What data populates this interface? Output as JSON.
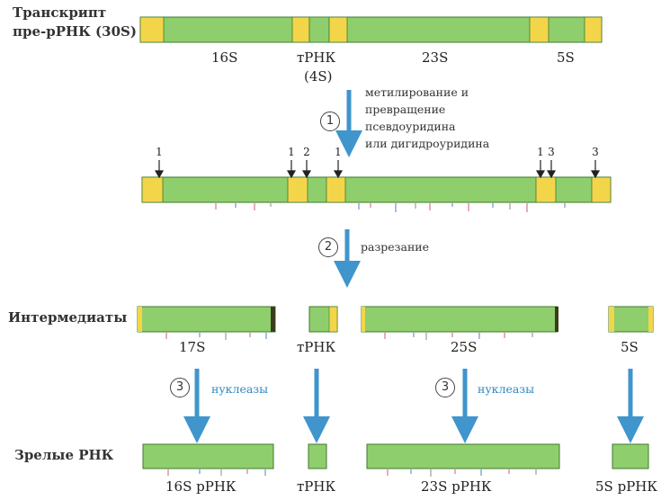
{
  "colors": {
    "rna_green": "#8fce6c",
    "rna_green_border": "#3f7a2d",
    "spacer_yellow": "#f3d54a",
    "arrow_blue": "#3f95cc",
    "text_blue": "#2e89c4"
  },
  "rows": {
    "transcript_label_line1": "Транскрипт",
    "transcript_label_line2": "пре-рРНК (30S)",
    "intermediates_label": "Интермедиаты",
    "mature_label": "Зрелые РНК"
  },
  "transcript_segments": {
    "s16": "16S",
    "trna_line1": "тРНК",
    "trna_line2": "(4S)",
    "s23": "23S",
    "s5": "5S"
  },
  "steps": {
    "step1_number": "1",
    "step1_text_line1": "метилирование и",
    "step1_text_line2": "превращение",
    "step1_text_line3": "псевдоуридина",
    "step1_text_line4": "или дигидроуридина",
    "step2_number": "2",
    "step2_text": "разрезание",
    "step3_number": "3",
    "step3_text": "нуклеазы"
  },
  "cleavage_marks": [
    "1",
    "1",
    "2",
    "1",
    "1",
    "3",
    "3"
  ],
  "intermediates": {
    "s17": "17S",
    "trna": "тРНК",
    "s25": "25S",
    "s5": "5S"
  },
  "mature": {
    "rrna16": "16S рРНК",
    "trna": "тРНК",
    "rrna23": "23S рРНК",
    "rrna5": "5S рРНК"
  }
}
